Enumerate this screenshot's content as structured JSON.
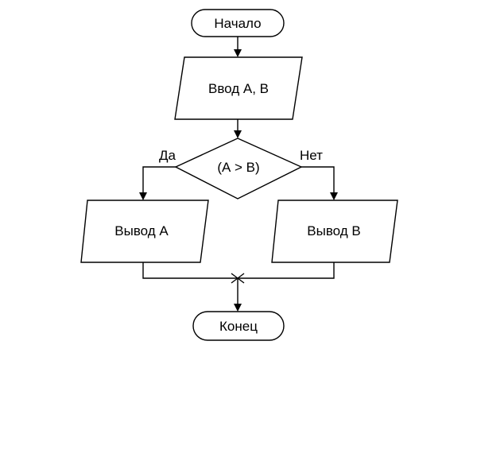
{
  "flowchart": {
    "start": "Начало",
    "input": "Ввод А, В",
    "condition": "(А > В)",
    "branch_yes": "Да",
    "branch_no": "Нет",
    "output_a": "Вывод А",
    "output_b": "Вывод В",
    "end": "Конец"
  },
  "colors": {
    "stroke": "#000000",
    "background": "#ffffff"
  }
}
